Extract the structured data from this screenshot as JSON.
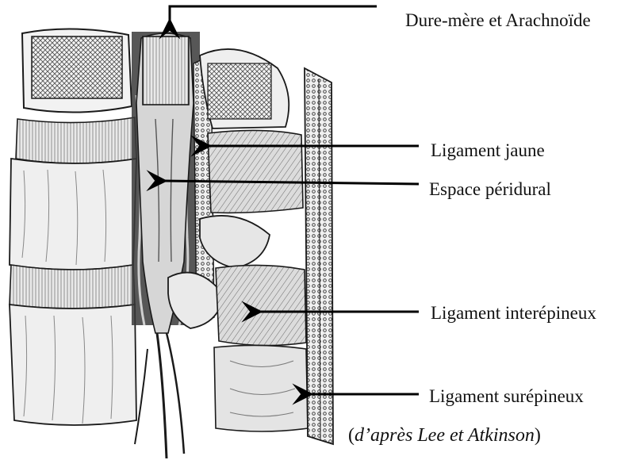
{
  "labels": {
    "dura_arachnoid": "Dure-mère et Arachnoïde",
    "ligamentum_flavum": "Ligament jaune",
    "epidural_space": "Espace péridural",
    "interspinous_ligament": "Ligament interépineux",
    "supraspinous_ligament": "Ligament surépineux"
  },
  "credit": {
    "open": "(",
    "text": "d’après Lee et Atkinson",
    "close": ")"
  },
  "colors": {
    "ink": "#1a1a1a",
    "arrow": "#000000",
    "bone_fill": "#ececec",
    "shade": "#bdbdbd"
  }
}
